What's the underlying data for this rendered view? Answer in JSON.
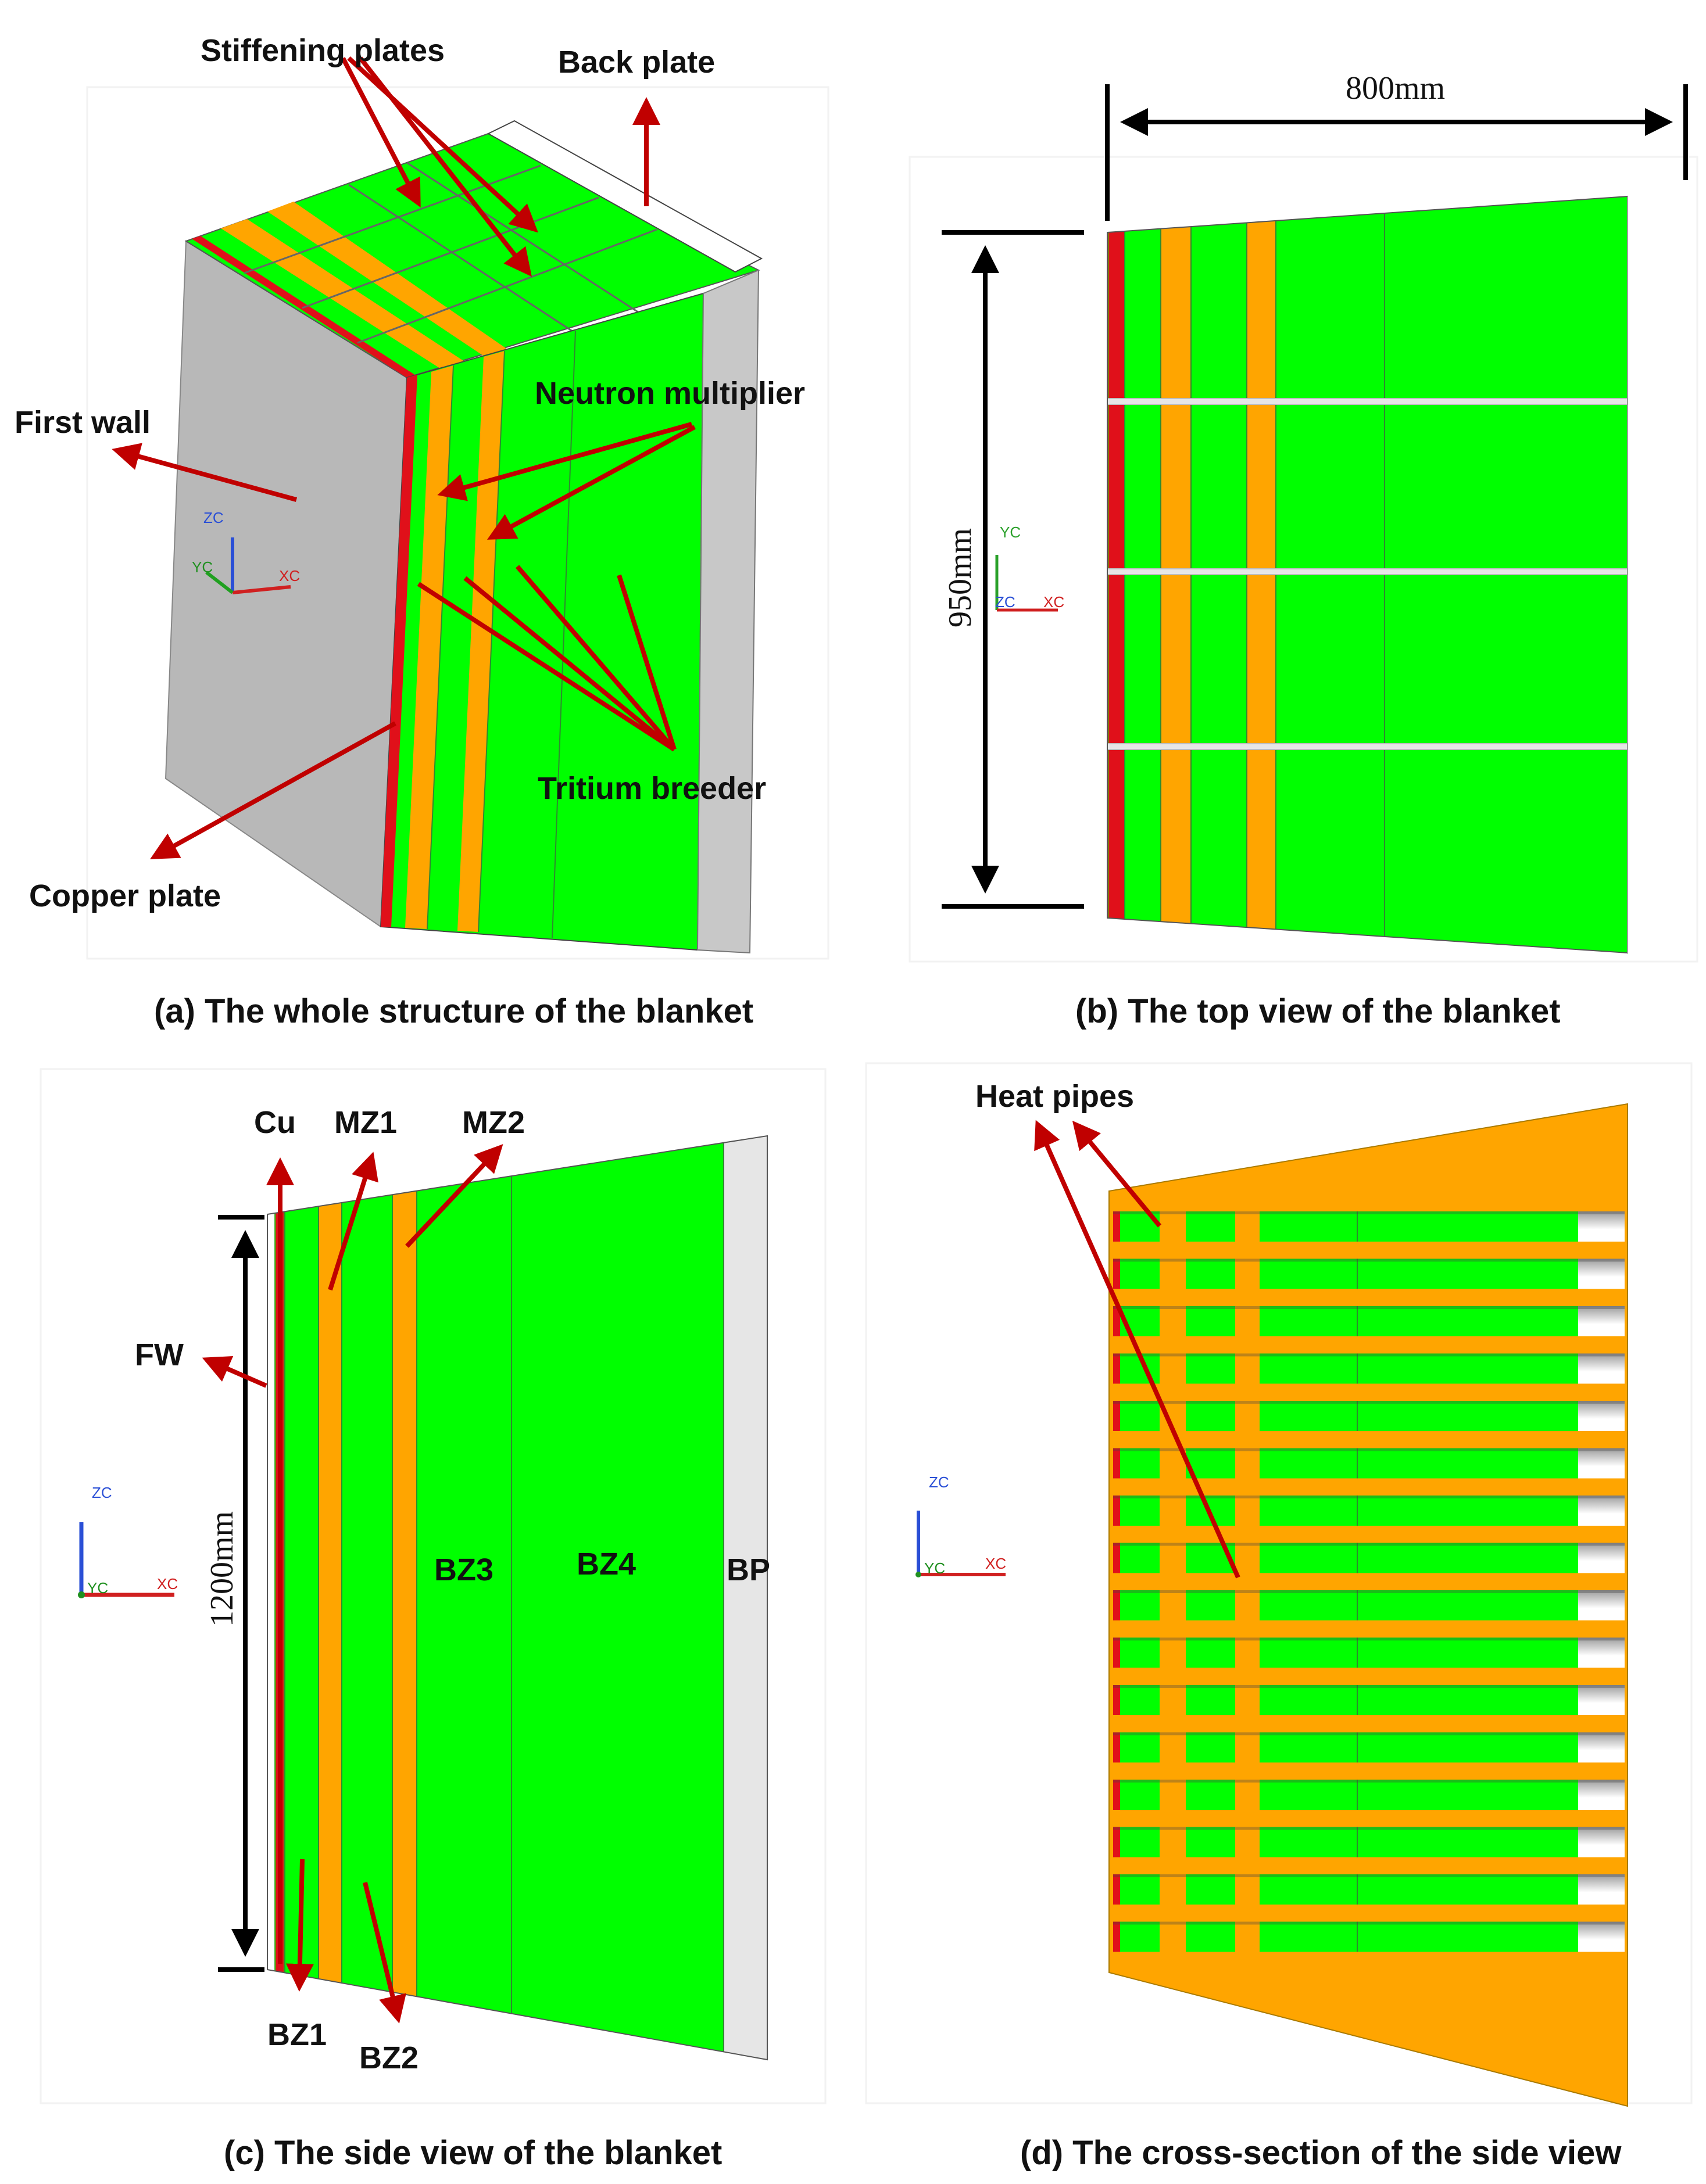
{
  "colors": {
    "green": "#00ff00",
    "orange": "#ffa500",
    "copper": "#e0101a",
    "grey_wall": "#bfbfbf",
    "back_plate": "#e6e6e6",
    "arrow": "#c00000"
  },
  "panel_a": {
    "caption": "(a) The whole structure of the blanket",
    "labels": {
      "stiffening_plates": "Stiffening plates",
      "back_plate": "Back plate",
      "first_wall": "First wall",
      "neutron_multiplier": "Neutron multiplier",
      "tritium_breeder": "Tritium breeder",
      "copper_plate": "Copper plate"
    },
    "axes": {
      "z": "ZC",
      "y": "YC",
      "x": "XC"
    }
  },
  "panel_b": {
    "caption": "(b) The top view of the blanket",
    "width_dim": "800mm",
    "height_dim": "950mm",
    "axes": {
      "y": "YC",
      "z": "ZC",
      "x": "XC"
    }
  },
  "panel_c": {
    "caption": "(c) The side view of the blanket",
    "height_dim": "1200mm",
    "labels": {
      "cu": "Cu",
      "mz1": "MZ1",
      "mz2": "MZ2",
      "fw": "FW",
      "bz1": "BZ1",
      "bz2": "BZ2",
      "bz3": "BZ3",
      "bz4": "BZ4",
      "bp": "BP"
    },
    "axes": {
      "z": "ZC",
      "y": "YC",
      "x": "XC"
    }
  },
  "panel_d": {
    "caption": "(d) The cross-section of the side view",
    "labels": {
      "heat_pipes": "Heat pipes"
    },
    "axes": {
      "z": "ZC",
      "y": "YC",
      "x": "XC"
    }
  }
}
